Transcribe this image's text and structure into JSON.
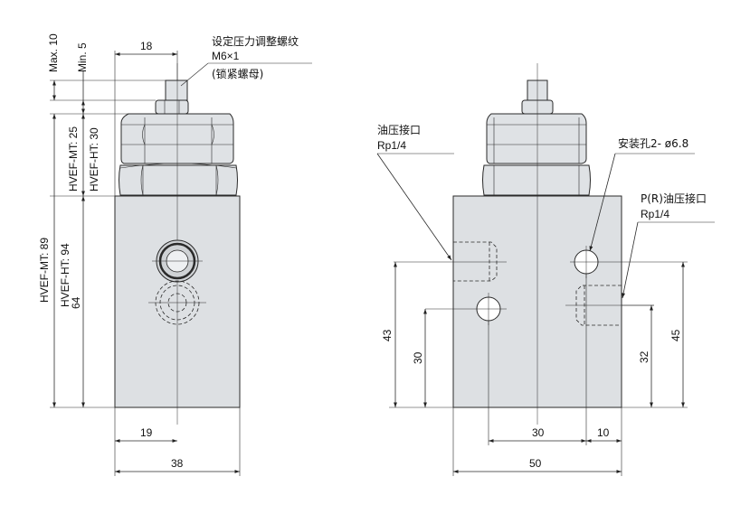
{
  "front_view": {
    "dim_width_top": "18",
    "dim_max_stroke": "Max. 10",
    "dim_min_stroke": "Min. 5",
    "dim_nut_height": "HVEF-MT: 25\nHVEF-HT: 30",
    "dim_total_height": "HVEF-MT: 89\nHVEF-HT: 94",
    "dim_body_height": "64",
    "dim_center_offset": "19",
    "dim_body_width": "38",
    "label_adjust_screw_line1": "设定压力调整螺纹",
    "label_adjust_screw_line2": "M6×1",
    "label_adjust_screw_line3": "(锁紧螺母)"
  },
  "side_view": {
    "label_oil_port_line1": "油压接口",
    "label_oil_port_line2": "Rp1/4",
    "label_mount_hole": "安装孔2- ø6.8",
    "label_pr_port_line1": "P(R)油压接口",
    "label_pr_port_line2": "Rp1/4",
    "dim_port_height": "43",
    "dim_hole_height": "30",
    "dim_hole_spacing": "30",
    "dim_hole_edge": "10",
    "dim_body_width": "50",
    "dim_pr_port_height": "32",
    "dim_top_hole_height": "45"
  }
}
